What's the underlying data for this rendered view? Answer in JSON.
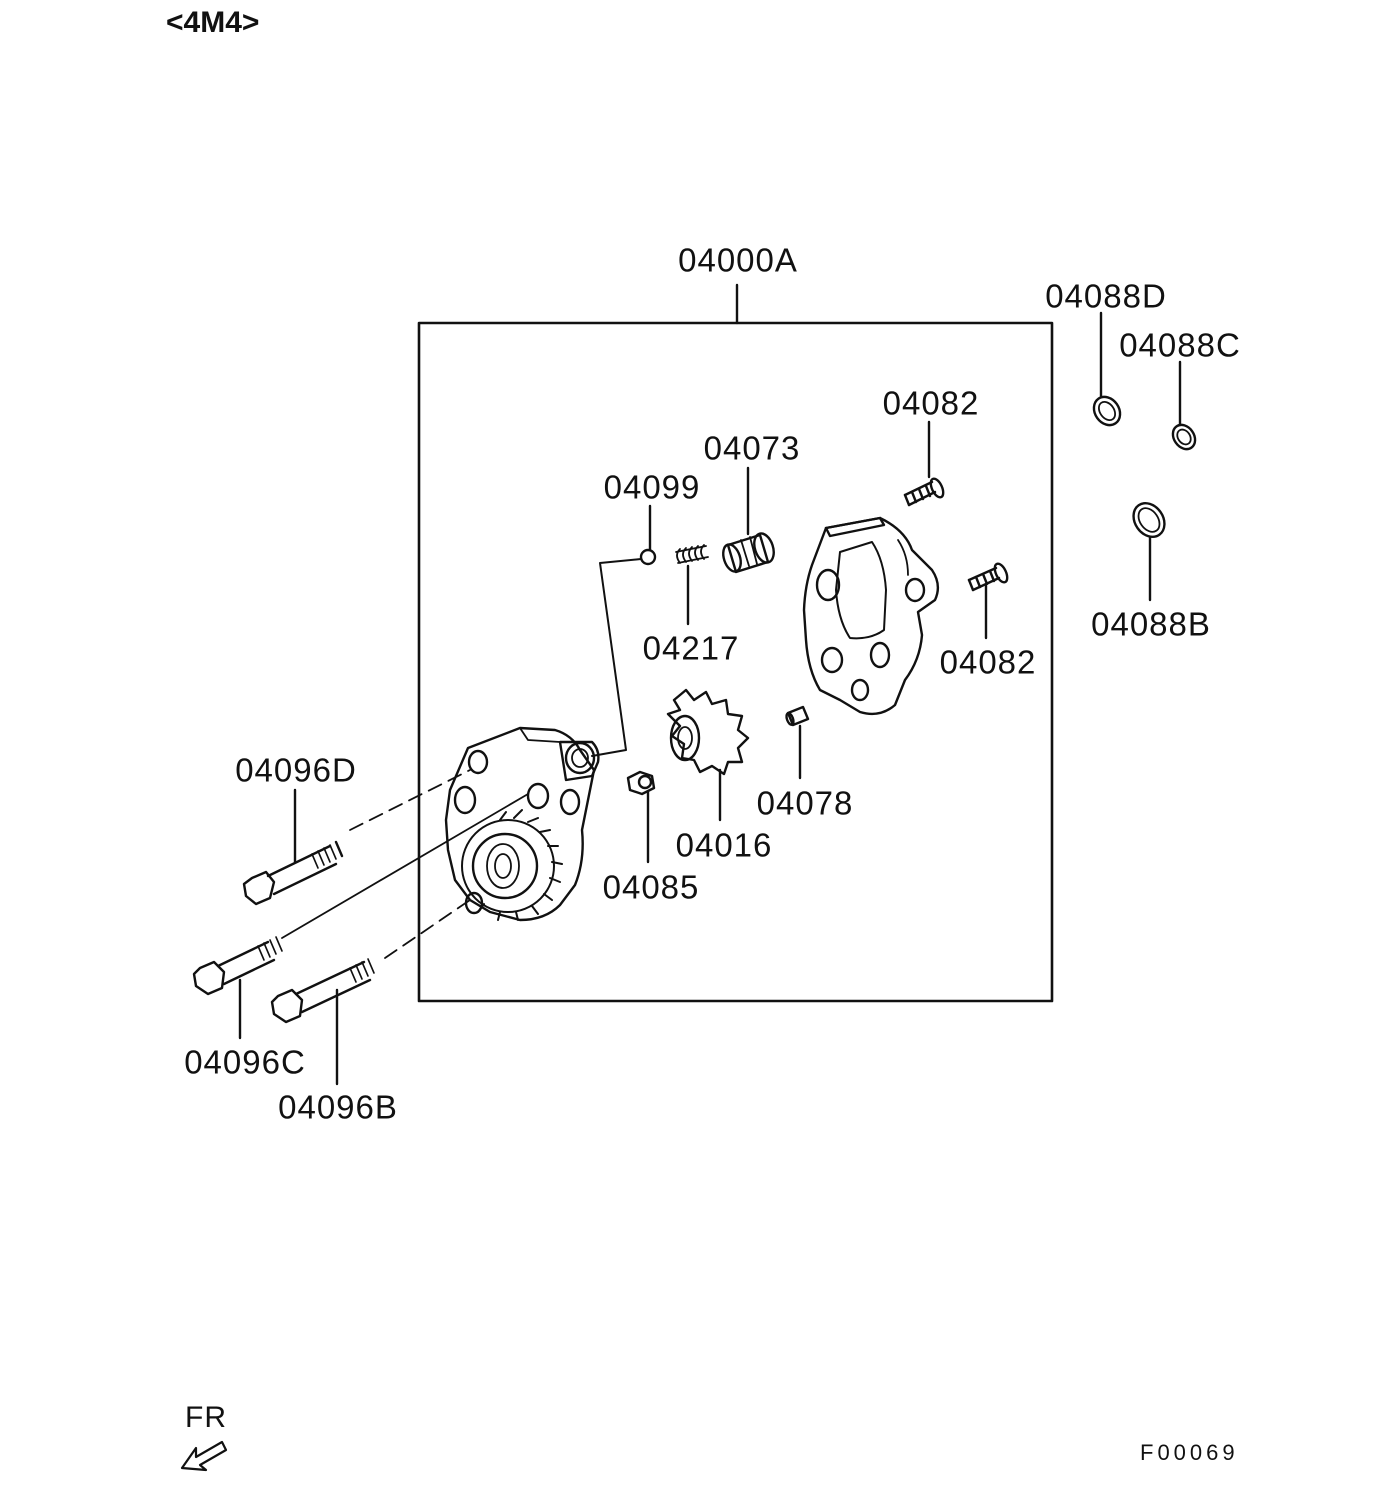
{
  "header": {
    "variant": "<4M4>"
  },
  "footer": {
    "direction": "FR",
    "figure_code": "F00069"
  },
  "assembly_label": "04000A",
  "callouts": {
    "c04088D": "04088D",
    "c04088C": "04088C",
    "c04088B": "04088B",
    "c04082_top": "04082",
    "c04082_right": "04082",
    "c04073": "04073",
    "c04099": "04099",
    "c04217": "04217",
    "c04078": "04078",
    "c04016": "04016",
    "c04085": "04085",
    "c04096D": "04096D",
    "c04096C": "04096C",
    "c04096B": "04096B"
  }
}
